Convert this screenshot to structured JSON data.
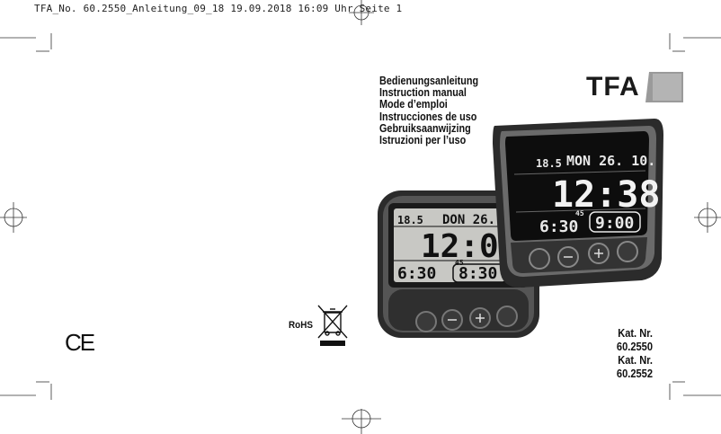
{
  "slug_line": "TFA_No. 60.2550_Anleitung_09_18  19.09.2018  16:09 Uhr  Seite 1",
  "brand": "TFA",
  "titles": [
    "Bedienungsanleitung",
    "Instruction manual",
    "Mode d’emploi",
    "Instrucciones de uso",
    "Gebruiksaanwijzing",
    "Istruzioni per l’uso"
  ],
  "marks": {
    "ce": "CE",
    "rohs": "RoHS"
  },
  "catalog_numbers": [
    "Kat. Nr. 60.2550",
    "Kat. Nr. 60.2552"
  ],
  "clock_small": {
    "temperature": "18.5",
    "date": "DON 26.",
    "time": "12:0",
    "seconds": "45",
    "alarm1": "6:30",
    "alarm2": "8:30"
  },
  "clock_large": {
    "temperature": "18.5",
    "date": "MON 26. 10.",
    "time": "12:38",
    "seconds": "45",
    "alarm1": "6:30",
    "alarm2": "9:00"
  },
  "colors": {
    "logo_dark": "#1a1a1a",
    "logo_grey": "#9a9a9a",
    "case_dark": "#2b2b2b",
    "lcd_light": "#c8c8c4",
    "lcd_dark": "#0d0d0d"
  },
  "icons": [
    "plus-minus-button-icons",
    "alarm-bell-icon",
    "crossed-bin-icon",
    "registration-crosshair-icon"
  ]
}
